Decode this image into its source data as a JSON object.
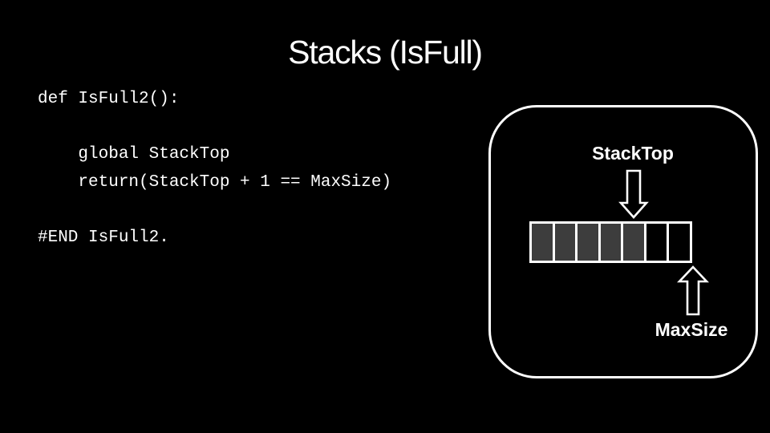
{
  "slide": {
    "title": "Stacks (IsFull)",
    "background_color": "#000000",
    "text_color": "#ffffff"
  },
  "code": {
    "text": "def IsFull2():\n\n    global StackTop\n    return(StackTop + 1 == MaxSize)\n\n#END IsFull2."
  },
  "diagram": {
    "stack_top_label": "StackTop",
    "max_size_label": "MaxSize",
    "icons": {
      "stack_top_pointer": "arrow-down",
      "max_size_pointer": "arrow-up"
    },
    "outline_color": "#ffffff",
    "cell_filled_color": "#3d3d3d",
    "cell_empty_color": "#000000",
    "cells": [
      "filled",
      "filled",
      "filled",
      "filled",
      "filled",
      "empty",
      "empty"
    ]
  }
}
